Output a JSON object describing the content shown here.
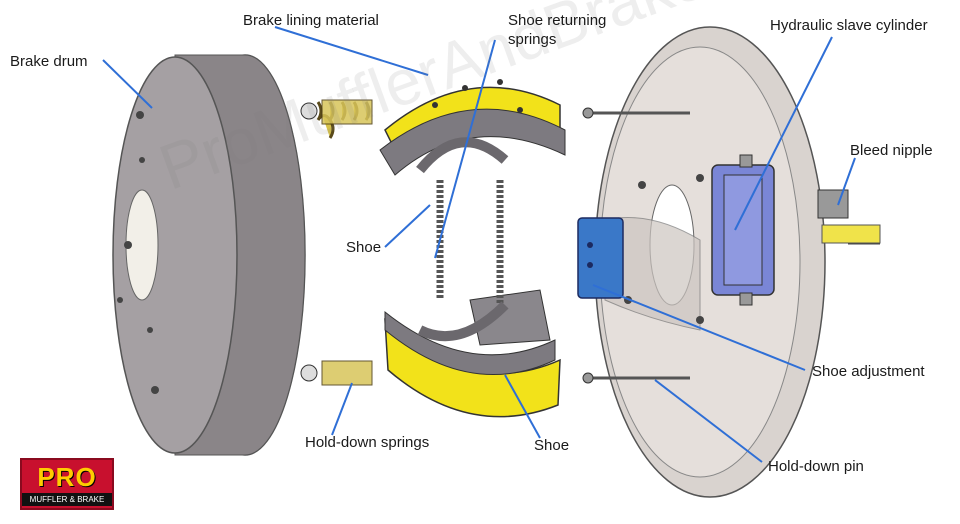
{
  "labels": {
    "brake_drum": "Brake drum",
    "lining": "Brake lining material",
    "returning_springs_line1": "Shoe returning",
    "returning_springs_line2": "springs",
    "slave_cylinder": "Hydraulic slave cylinder",
    "bleed_nipple": "Bleed nipple",
    "shoe_left": "Shoe",
    "shoe_adjustment": "Shoe adjustment",
    "hold_down_springs": "Hold-down springs",
    "shoe_bottom": "Shoe",
    "hold_down_pin": "Hold-down pin"
  },
  "logo": {
    "word": "PRO",
    "tagline": "MUFFLER & BRAKE"
  },
  "watermark": "ProMufflerAndBrake.com",
  "colors": {
    "leader_line": "#2f6fd6",
    "lining_yellow": "#f2e21a",
    "drum_gray": "#9a9598",
    "shoe_gray": "#7d7a80",
    "backplate": "#d9d3cf",
    "cylinder_blue": "#7a86d6",
    "adjuster_blue": "#3a78c8",
    "logo_red": "#c8102e",
    "logo_yellow": "#ffcc00"
  }
}
